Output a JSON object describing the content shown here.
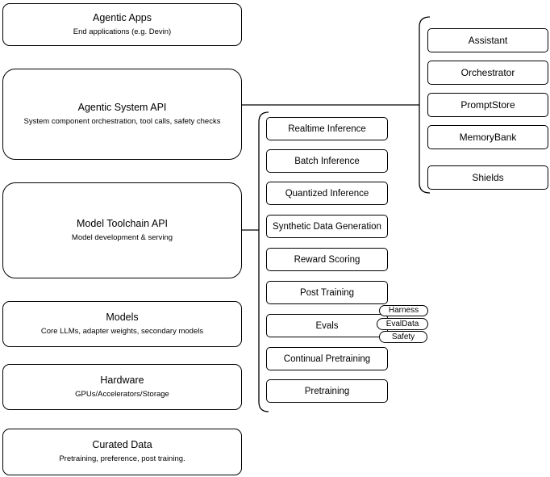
{
  "diagram": {
    "left_stack": [
      {
        "title": "Agentic Apps",
        "subtitle": "End applications (e.g. Devin)"
      },
      {
        "title": "Agentic System API",
        "subtitle": "System component orchestration, tool calls, safety checks"
      },
      {
        "title": "Model Toolchain API",
        "subtitle": "Model development & serving"
      },
      {
        "title": "Models",
        "subtitle": "Core LLMs, adapter weights, secondary models"
      },
      {
        "title": "Hardware",
        "subtitle": "GPUs/Accelerators/Storage"
      },
      {
        "title": "Curated Data",
        "subtitle": "Pretraining, preference, post training."
      }
    ],
    "toolchain_components": [
      "Realtime Inference",
      "Batch Inference",
      "Quantized Inference",
      "Synthetic Data Generation",
      "Reward Scoring",
      "Post Training",
      "Evals",
      "Continual Pretraining",
      "Pretraining"
    ],
    "evals_sub_components": [
      "Harness",
      "EvalData",
      "Safety"
    ],
    "agentic_components": [
      "Assistant",
      "Orchestrator",
      "PromptStore",
      "MemoryBank",
      "Shields"
    ],
    "colors": {
      "border": "#000000",
      "background": "#ffffff",
      "text": "#000000"
    }
  }
}
